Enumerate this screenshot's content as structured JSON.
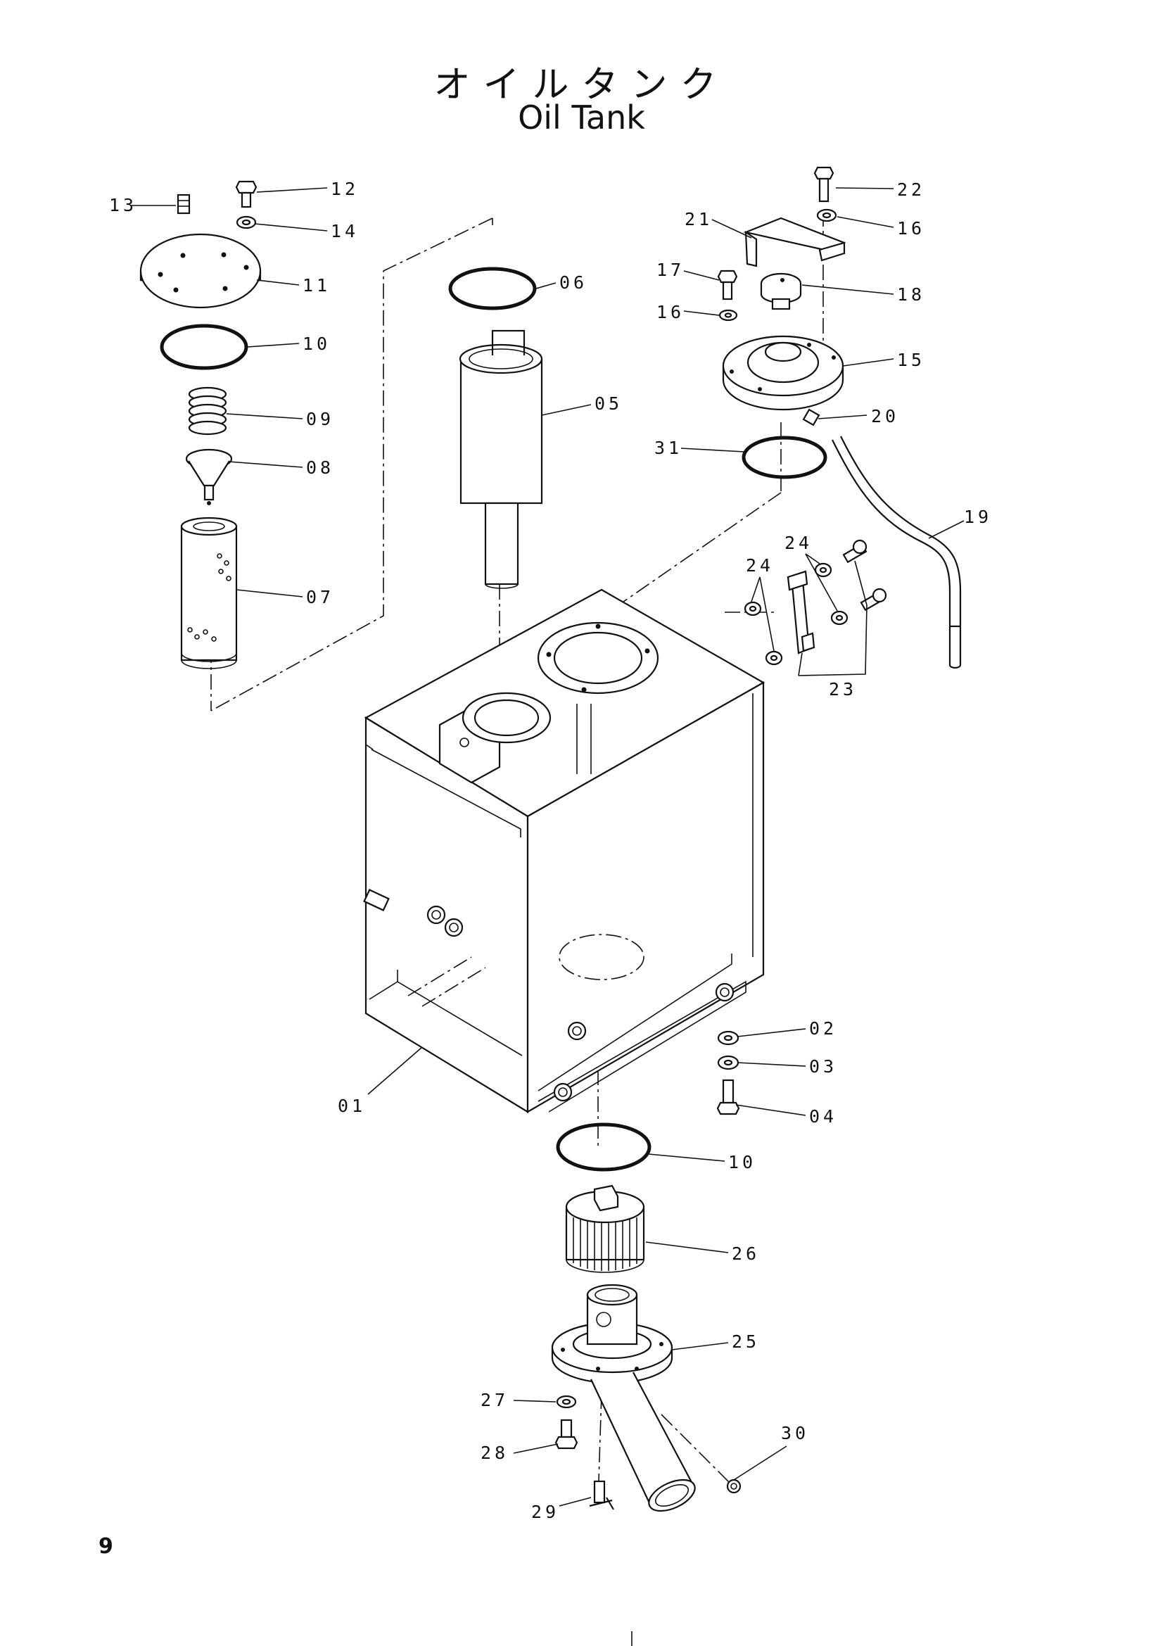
{
  "title": {
    "japanese": "オイルタンク",
    "english": "Oil Tank"
  },
  "page_number": "9",
  "callouts": [
    {
      "id": "c13",
      "text": "13"
    },
    {
      "id": "c12",
      "text": "12"
    },
    {
      "id": "c14",
      "text": "14"
    },
    {
      "id": "c11",
      "text": "11"
    },
    {
      "id": "c10a",
      "text": "10"
    },
    {
      "id": "c09",
      "text": "09"
    },
    {
      "id": "c08",
      "text": "08"
    },
    {
      "id": "c07",
      "text": "07"
    },
    {
      "id": "c06",
      "text": "06"
    },
    {
      "id": "c05",
      "text": "05"
    },
    {
      "id": "c22",
      "text": "22"
    },
    {
      "id": "c21",
      "text": "21"
    },
    {
      "id": "c16a",
      "text": "16"
    },
    {
      "id": "c17",
      "text": "17"
    },
    {
      "id": "c18",
      "text": "18"
    },
    {
      "id": "c16b",
      "text": "16"
    },
    {
      "id": "c15",
      "text": "15"
    },
    {
      "id": "c20",
      "text": "20"
    },
    {
      "id": "c31",
      "text": "31"
    },
    {
      "id": "c19",
      "text": "19"
    },
    {
      "id": "c24a",
      "text": "24"
    },
    {
      "id": "c24b",
      "text": "24"
    },
    {
      "id": "c23",
      "text": "23"
    },
    {
      "id": "c02",
      "text": "02"
    },
    {
      "id": "c03",
      "text": "03"
    },
    {
      "id": "c04",
      "text": "04"
    },
    {
      "id": "c01",
      "text": "01"
    },
    {
      "id": "c10b",
      "text": "10"
    },
    {
      "id": "c26",
      "text": "26"
    },
    {
      "id": "c25",
      "text": "25"
    },
    {
      "id": "c27",
      "text": "27"
    },
    {
      "id": "c28",
      "text": "28"
    },
    {
      "id": "c30",
      "text": "30"
    },
    {
      "id": "c29",
      "text": "29"
    }
  ]
}
